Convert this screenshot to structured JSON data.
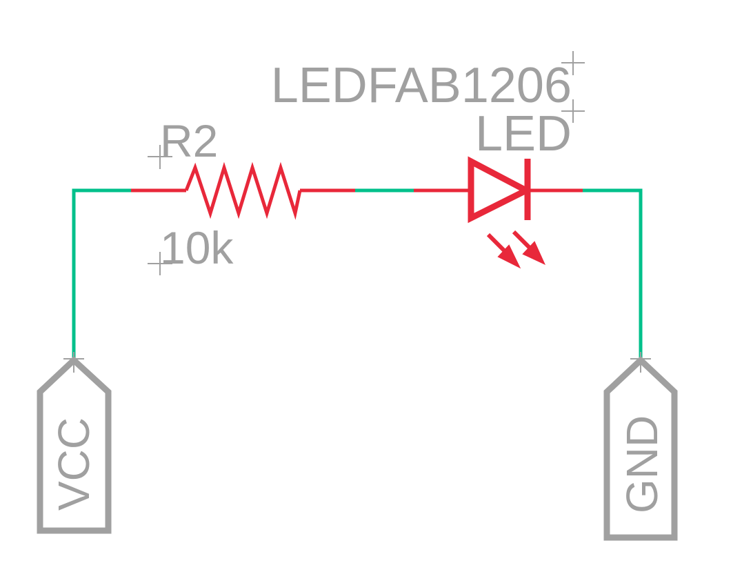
{
  "colors": {
    "wire": "#00c08b",
    "part": "#e8283a",
    "text": "#a0a0a0",
    "background": "#ffffff"
  },
  "components": {
    "resistor": {
      "name": "R2",
      "value": "10k"
    },
    "led": {
      "package": "LEDFAB1206",
      "name": "LED"
    }
  },
  "supplies": {
    "vcc": {
      "label": "VCC"
    },
    "gnd": {
      "label": "GND"
    }
  }
}
